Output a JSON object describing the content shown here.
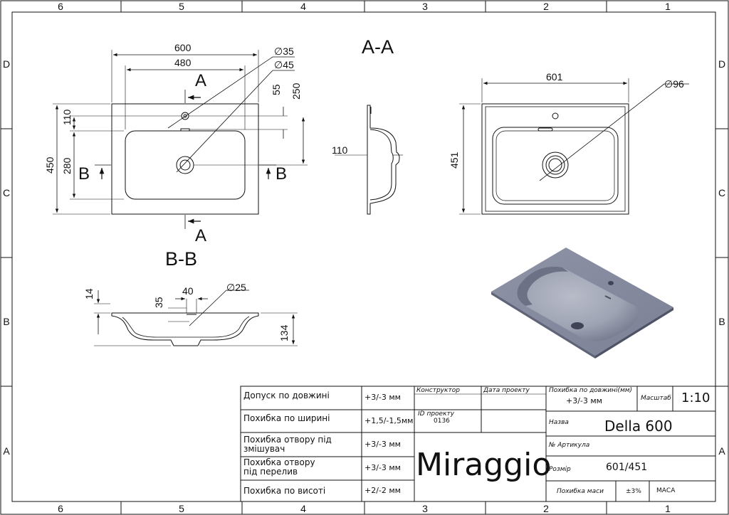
{
  "zones": {
    "columns": [
      "6",
      "5",
      "4",
      "3",
      "2",
      "1"
    ],
    "rows": [
      "D",
      "C",
      "B",
      "A"
    ]
  },
  "plan_view": {
    "width": "600",
    "bowl_width": "480",
    "depth": "450",
    "bowl_depth": "280",
    "tap_offset": "110",
    "tap_to_drain": "250",
    "overflow_offset": "55",
    "hole_small": "35",
    "hole_large": "45",
    "cut_a_top": "A",
    "cut_a_bottom": "A",
    "cut_b_left": "B",
    "cut_b_right": "B"
  },
  "section_aa": {
    "title": "A-A",
    "rim_to_bowl": "110"
  },
  "bottom_view": {
    "width": "601",
    "depth": "451",
    "drain_diameter": "96"
  },
  "section_bb": {
    "title": "B-B",
    "rim_thickness": "14",
    "hole_width": "40",
    "hole_depth": "35",
    "hole_diameter": "25",
    "height": "134"
  },
  "diameter_symbol": "∅",
  "title_block": {
    "tolerances": [
      {
        "label": "Допуск по довжині",
        "value": "+3/-3 мм"
      },
      {
        "label": "Похибка по ширині",
        "value": "+1,5/-1,5мм"
      },
      {
        "label": "Похибка отвору під\nзмішувач",
        "value": "+3/-3 мм"
      },
      {
        "label": "Похибка отвору\nпід перелив",
        "value": "+3/-3 мм"
      },
      {
        "label": "Похибка по висоті",
        "value": "+2/-2 мм"
      }
    ],
    "designer_label": "Конструктор",
    "date_label": "Дата проекту",
    "project_id_label": "ID проекту",
    "project_id": "0136",
    "brand": "Miraggio",
    "length_tolerance_label": "Похибка по довжині(мм)",
    "length_tolerance_value": "+3/-3 мм",
    "scale_label": "Масштаб",
    "scale_value": "1:10",
    "name_label": "Назва",
    "name_value": "Della 600",
    "article_label": "№ Артикула",
    "size_label": "Розмір",
    "size_value": "601/451",
    "mass_tol_label": "Похибка маси",
    "mass_tol_value": "±3%",
    "mass_label": "МАСА"
  }
}
